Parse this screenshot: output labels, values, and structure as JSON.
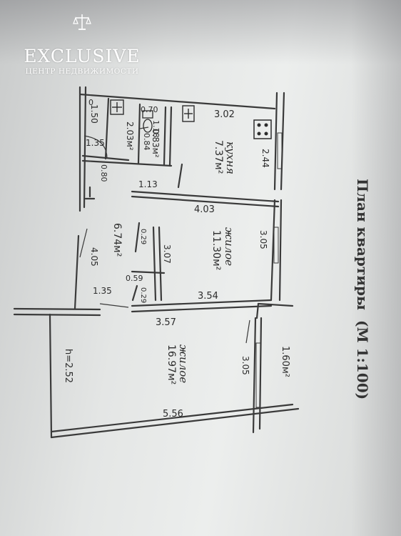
{
  "logo": {
    "name": "EXCLUSIVE",
    "tagline": "ЦЕНТР НЕДВИЖИМОСТИ",
    "icon": "scales-icon"
  },
  "title": "План квартиры",
  "scale": "(М 1:100)",
  "rooms": {
    "kitchen": {
      "name": "кухня",
      "area": "7.37м²"
    },
    "living_middle": {
      "name": "жилое",
      "area": "11.30м²"
    },
    "living_large": {
      "name": "жилое",
      "area": "16.97м²"
    },
    "hall": {
      "area": "6.74м²"
    },
    "bath": {
      "area": "2.03м²"
    },
    "toilet": {
      "area": "0.83м²"
    },
    "balcony": {
      "area": "1.60м²"
    }
  },
  "dimensions": {
    "d_3_02": "3.02",
    "d_0_70": "0.70",
    "d_1_50": "1.50",
    "d_1_35_a": "1.35",
    "d_2_44": "2.44",
    "d_0_80": "0.80",
    "d_1_13": "1.13",
    "d_4_03": "4.03",
    "d_3_05_a": "3.05",
    "d_0_29_a": "0.29",
    "d_3_07": "3.07",
    "d_0_59": "0.59",
    "d_0_29_b": "0.29",
    "d_3_54": "3.54",
    "d_4_05": "4.05",
    "d_1_35_b": "1.35",
    "d_3_57": "3.57",
    "d_3_05_b": "3.05",
    "d_5_56": "5.56",
    "d_1_18": "1.18",
    "d_0_84": "0.84",
    "height": "h=2.52",
    "mark_0": "0"
  }
}
